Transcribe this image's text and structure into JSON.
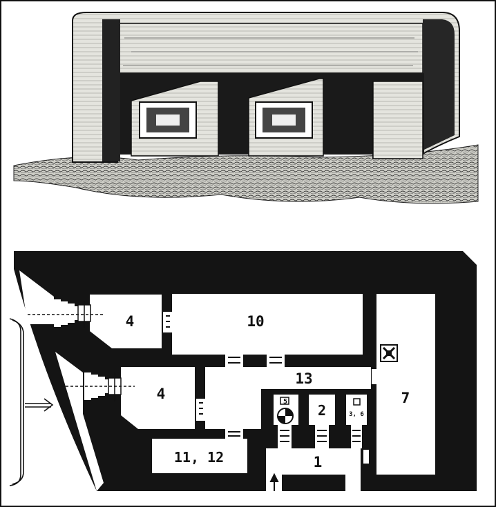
{
  "colors": {
    "ink": "#111111",
    "paper": "#ffffff",
    "stone": "#dcdcd6",
    "shadow": "#2a2a2a"
  },
  "plan": {
    "rooms": [
      {
        "id": "room-4-upper",
        "label": "4"
      },
      {
        "id": "room-10",
        "label": "10"
      },
      {
        "id": "room-4-lower",
        "label": "4"
      },
      {
        "id": "room-13",
        "label": "13"
      },
      {
        "id": "room-7",
        "label": "7"
      },
      {
        "id": "room-2",
        "label": "2"
      },
      {
        "id": "room-11-12",
        "label": "11, 12"
      },
      {
        "id": "room-1",
        "label": "1"
      },
      {
        "id": "room-5",
        "label": "5"
      },
      {
        "id": "room-3-6",
        "label": "3, 6"
      }
    ]
  },
  "icons": [
    "entrance-arrow-icon",
    "field-of-fire-arrow-icon",
    "periscope-icon",
    "ventilator-icon"
  ]
}
